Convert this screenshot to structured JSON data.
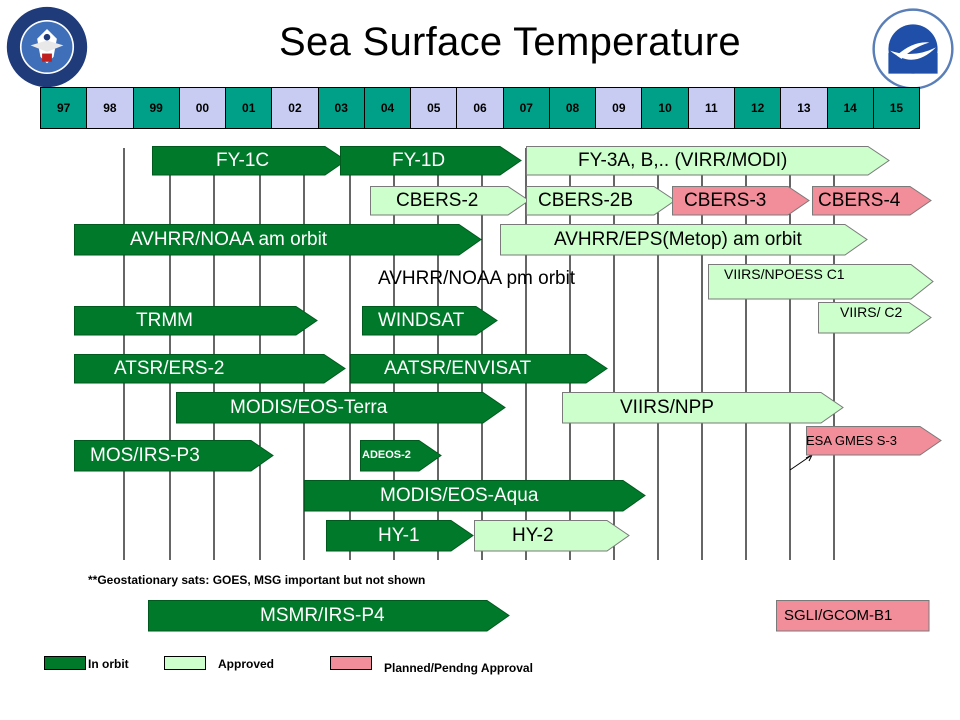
{
  "title": "Sea Surface Temperature",
  "years": [
    "97",
    "98",
    "99",
    "00",
    "01",
    "02",
    "03",
    "04",
    "05",
    "06",
    "07",
    "08",
    "09",
    "10",
    "11",
    "12",
    "13",
    "14",
    "15"
  ],
  "colors": {
    "in_orbit": "#007a2a",
    "approved": "#ccffcc",
    "planned": "#f28d9a",
    "year_teal": "#00a088",
    "year_lavender": "#c8ccf2"
  },
  "missions": [
    {
      "id": "fy1c",
      "label": "FY-1C",
      "status": "in_orbit"
    },
    {
      "id": "fy1d",
      "label": "FY-1D",
      "status": "in_orbit"
    },
    {
      "id": "fy3",
      "label": "FY-3A, B,.. (VIRR/MODI)",
      "status": "approved"
    },
    {
      "id": "cbers2",
      "label": "CBERS-2",
      "status": "approved"
    },
    {
      "id": "cbers2b",
      "label": "CBERS-2B",
      "status": "approved"
    },
    {
      "id": "cbers3",
      "label": "CBERS-3",
      "status": "planned"
    },
    {
      "id": "cbers4",
      "label": "CBERS-4",
      "status": "planned"
    },
    {
      "id": "avhrr_am",
      "label": "AVHRR/NOAA am orbit",
      "status": "in_orbit"
    },
    {
      "id": "avhrr_eps",
      "label": "AVHRR/EPS(Metop) am orbit",
      "status": "approved"
    },
    {
      "id": "avhrr_pm",
      "label": "AVHRR/NOAA pm orbit",
      "status": "none"
    },
    {
      "id": "viirs_c1",
      "label": "VIIRS/NPOESS C1",
      "status": "approved"
    },
    {
      "id": "trmm",
      "label": "TRMM",
      "status": "in_orbit"
    },
    {
      "id": "windsat",
      "label": "WINDSAT",
      "status": "in_orbit"
    },
    {
      "id": "viirs_c2",
      "label": "VIIRS/ C2",
      "status": "approved"
    },
    {
      "id": "atsr",
      "label": "ATSR/ERS-2",
      "status": "in_orbit"
    },
    {
      "id": "aatsr",
      "label": "AATSR/ENVISAT",
      "status": "in_orbit"
    },
    {
      "id": "modis_terra",
      "label": "MODIS/EOS-Terra",
      "status": "in_orbit"
    },
    {
      "id": "viirs_npp",
      "label": "VIIRS/NPP",
      "status": "approved"
    },
    {
      "id": "esa_gmes",
      "label": "ESA GMES S-3",
      "status": "planned"
    },
    {
      "id": "mos",
      "label": "MOS/IRS-P3",
      "status": "in_orbit"
    },
    {
      "id": "adeos2",
      "label": "ADEOS-2",
      "status": "in_orbit"
    },
    {
      "id": "modis_aqua",
      "label": "MODIS/EOS-Aqua",
      "status": "in_orbit"
    },
    {
      "id": "hy1",
      "label": "HY-1",
      "status": "in_orbit"
    },
    {
      "id": "hy2",
      "label": "HY-2",
      "status": "approved"
    },
    {
      "id": "msmr",
      "label": "MSMR/IRS-P4",
      "status": "in_orbit"
    },
    {
      "id": "sgli",
      "label": "SGLI/GCOM-B1",
      "status": "planned"
    }
  ],
  "note": "**Geostationary sats: GOES, MSG important but not shown",
  "legend": {
    "in_orbit": "In orbit",
    "approved": "Approved",
    "planned": "Planned/Pendng Approval"
  }
}
